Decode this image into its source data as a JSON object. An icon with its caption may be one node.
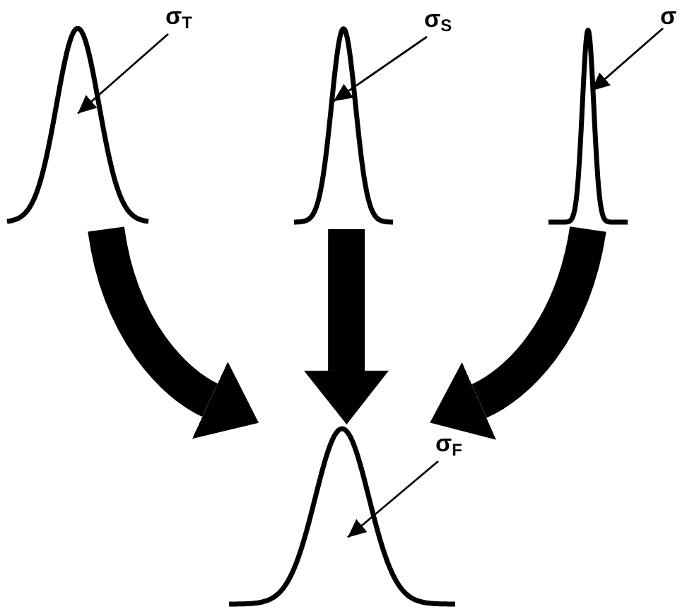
{
  "diagram": {
    "nodes": [
      {
        "text": [],
        "shape": "curve"
      },
      {
        "text": [
          "σ$_{T}$"
        ]
      },
      {
        "text": [],
        "shape": "curve"
      },
      {
        "text": [
          "σ$_{S}$"
        ]
      },
      {
        "text": [],
        "shape": "curve"
      },
      {
        "text": [
          "σ"
        ]
      },
      {
        "text": [],
        "shape": "curve"
      },
      {
        "text": [
          "σ$_{F}$"
        ]
      }
    ],
    "edges": [
      {
        "from": 1,
        "to": 0,
        "arrow": "to"
      },
      {
        "from": 3,
        "to": 2,
        "arrow": "to"
      },
      {
        "from": 5,
        "to": 4,
        "arrow": "to"
      },
      {
        "from": 7,
        "to": 6,
        "arrow": "to"
      },
      {
        "from": 0,
        "to": 6,
        "arrow": "to",
        "style": "thick"
      },
      {
        "from": 2,
        "to": 6,
        "arrow": "to",
        "style": "thick"
      },
      {
        "from": 4,
        "to": 6,
        "arrow": "to",
        "style": "thick"
      }
    ]
  }
}
